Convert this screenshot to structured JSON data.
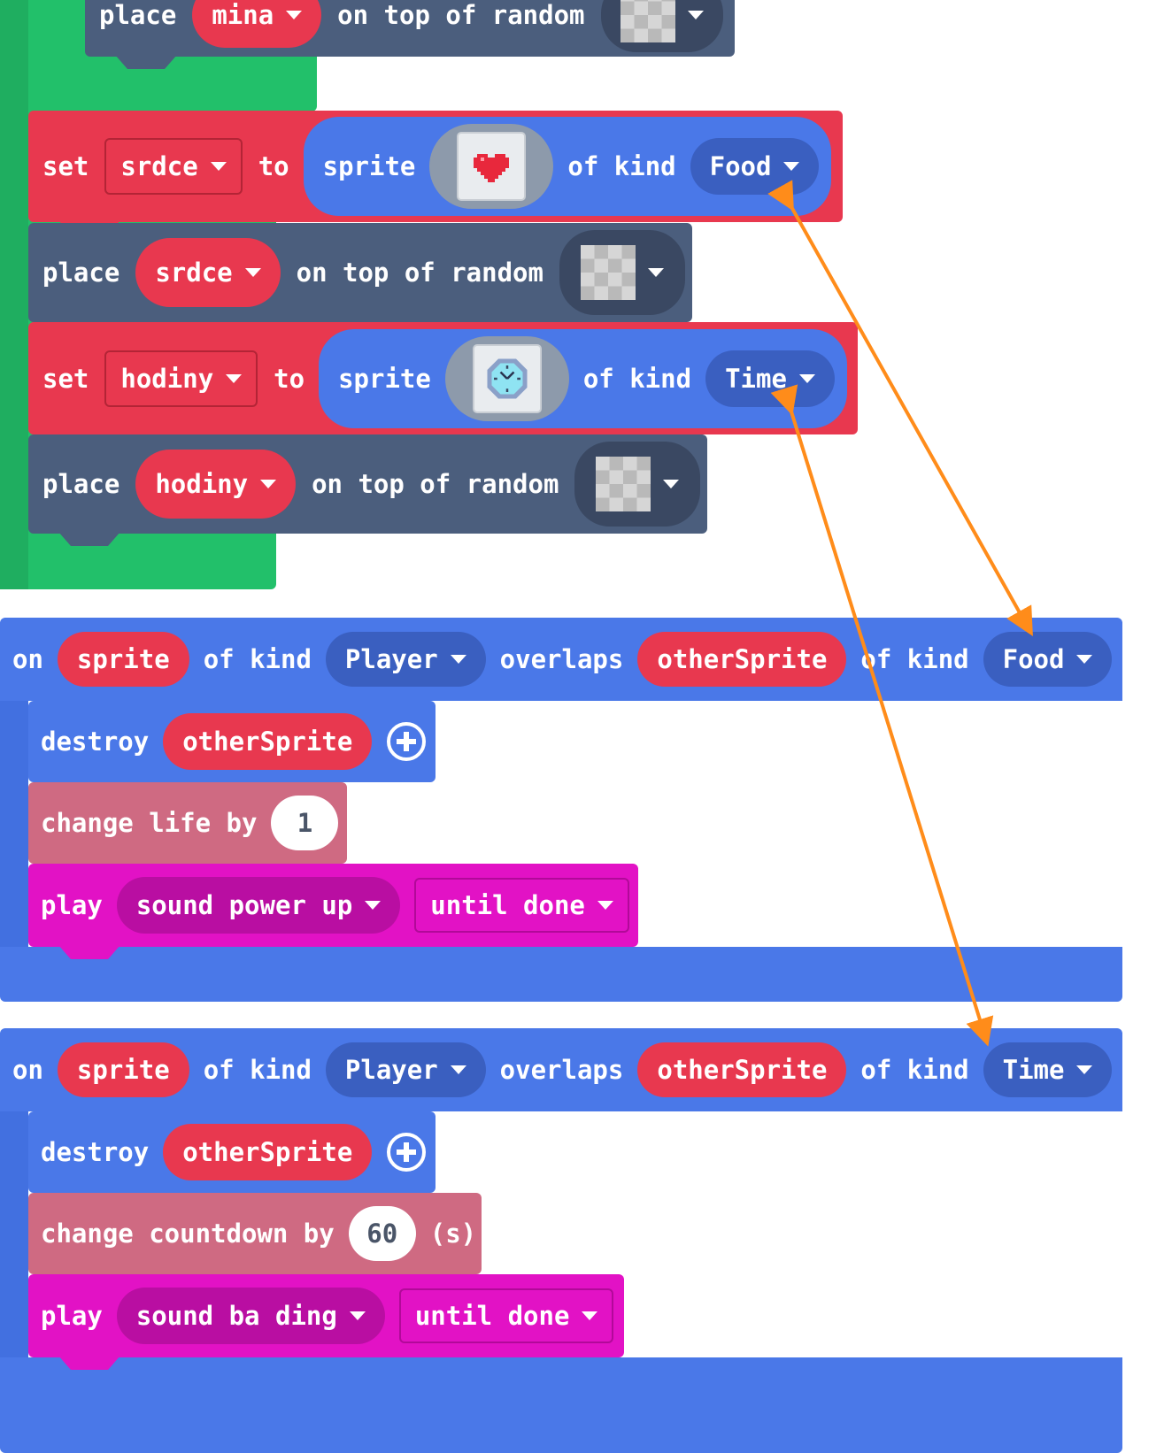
{
  "colors": {
    "loops_green": "#22c06a",
    "sprites_blue": "#4a78e8",
    "sprites_dark_blue": "#3a5fc0",
    "variables_red": "#e8384f",
    "scene_slate": "#4b5e7d",
    "scene_dark_slate": "#3a4862",
    "info_pink": "#cf6a82",
    "music_magenta": "#e212c5",
    "music_dark_magenta": "#b90ea2",
    "arrow_orange": "#ff8c1a"
  },
  "top_block": {
    "place": "place",
    "variable": "mina",
    "on_top_of_random": "on top of random"
  },
  "set_srdce": {
    "set": "set",
    "variable": "srdce",
    "to": "to",
    "sprite": "sprite",
    "image_icon": "heart-icon",
    "of_kind": "of kind",
    "kind": "Food"
  },
  "place_srdce": {
    "place": "place",
    "variable": "srdce",
    "on_top_of_random": "on top of random"
  },
  "set_hodiny": {
    "set": "set",
    "variable": "hodiny",
    "to": "to",
    "sprite": "sprite",
    "image_icon": "clock-icon",
    "of_kind": "of kind",
    "kind": "Time"
  },
  "place_hodiny": {
    "place": "place",
    "variable": "hodiny",
    "on_top_of_random": "on top of random"
  },
  "overlap_food": {
    "on": "on",
    "sprite": "sprite",
    "of_kind_1": "of kind",
    "kind_1": "Player",
    "overlaps": "overlaps",
    "other_sprite": "otherSprite",
    "of_kind_2": "of kind",
    "kind_2": "Food",
    "destroy": "destroy",
    "destroy_target": "otherSprite",
    "change": "change life by",
    "change_value": "1",
    "play": "play",
    "sound": "sound power up",
    "until": "until done"
  },
  "overlap_time": {
    "on": "on",
    "sprite": "sprite",
    "of_kind_1": "of kind",
    "kind_1": "Player",
    "overlaps": "overlaps",
    "other_sprite": "otherSprite",
    "of_kind_2": "of kind",
    "kind_2": "Time",
    "destroy": "destroy",
    "destroy_target": "otherSprite",
    "change": "change countdown by",
    "change_value": "60",
    "change_unit": "(s)",
    "play": "play",
    "sound": "sound ba ding",
    "until": "until done"
  }
}
